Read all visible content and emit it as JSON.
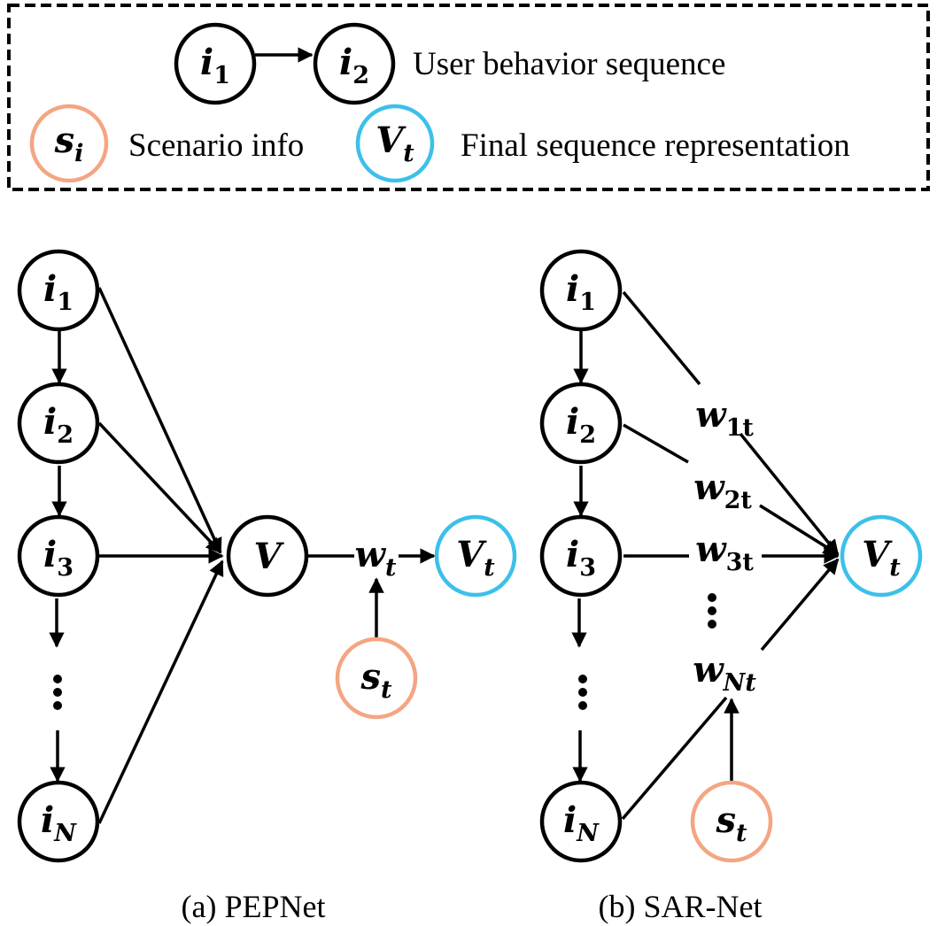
{
  "colors": {
    "item_node": "#000000",
    "scenario_node": "#F4A582",
    "final_repr_node": "#3BC0EA",
    "edge": "#000000"
  },
  "legend": {
    "item1": {
      "base": "i",
      "sub": "1"
    },
    "item2": {
      "base": "i",
      "sub": "2"
    },
    "sequence_label": "User behavior sequence",
    "scenario": {
      "base": "s",
      "sub": "i"
    },
    "scenario_label": "Scenario info",
    "final": {
      "base": "V",
      "sub": "t"
    },
    "final_label": "Final sequence representation"
  },
  "panel_a": {
    "caption": "(a) PEPNet",
    "items": [
      {
        "base": "i",
        "sub": "1"
      },
      {
        "base": "i",
        "sub": "2"
      },
      {
        "base": "i",
        "sub": "3"
      },
      {
        "base": "i",
        "sub": "N"
      }
    ],
    "aggregate": {
      "base": "V",
      "sub": ""
    },
    "weight": {
      "base": "w",
      "sub": "t"
    },
    "scenario": {
      "base": "s",
      "sub": "t"
    },
    "output": {
      "base": "V",
      "sub": "t"
    }
  },
  "panel_b": {
    "caption": "(b) SAR-Net",
    "items": [
      {
        "base": "i",
        "sub": "1"
      },
      {
        "base": "i",
        "sub": "2"
      },
      {
        "base": "i",
        "sub": "3"
      },
      {
        "base": "i",
        "sub": "N"
      }
    ],
    "weights": [
      {
        "base": "w",
        "sub": "1t"
      },
      {
        "base": "w",
        "sub": "2t"
      },
      {
        "base": "w",
        "sub": "3t"
      },
      {
        "base": "w",
        "sub": "Nt"
      }
    ],
    "scenario": {
      "base": "s",
      "sub": "t"
    },
    "output": {
      "base": "V",
      "sub": "t"
    }
  }
}
